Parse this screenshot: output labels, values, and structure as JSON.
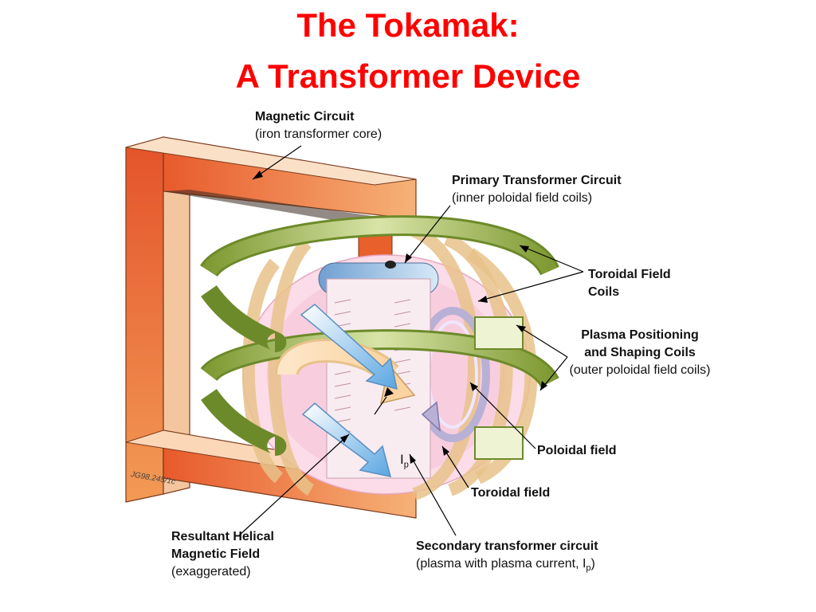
{
  "title": {
    "line1": "The Tokamak:",
    "line2": "A Transformer Device"
  },
  "labels": {
    "magnetic_circuit": {
      "name": "Magnetic Circuit",
      "desc": "(iron transformer core)"
    },
    "primary_circuit": {
      "name": "Primary Transformer Circuit",
      "desc": "(inner poloidal field coils)"
    },
    "toroidal_coils": {
      "line1": "Toroidal Field",
      "line2": "Coils"
    },
    "plasma_positioning": {
      "line1": "Plasma Positioning",
      "line2": "and Shaping Coils",
      "desc": "(outer poloidal field coils)"
    },
    "poloidal_field": "Poloidal field",
    "toroidal_field": "Toroidal field",
    "helical_field": {
      "line1": "Resultant Helical",
      "line2": "Magnetic Field",
      "desc": "(exaggerated)"
    },
    "secondary_circuit": {
      "name": "Secondary transformer circuit",
      "desc_start": "(plasma with plasma current, I",
      "desc_sub": "p",
      "desc_end": ")"
    },
    "plasma_current": {
      "symbol": "I",
      "sub": "p"
    },
    "figure_ref": "JG98.245/1c"
  },
  "colors": {
    "title": "#ff0000",
    "iron_core": "#e8602c",
    "toroidal_coil": "#8aa53c",
    "inner_coil": "#f5d9a8",
    "plasma": "#f7c4d9",
    "central_solenoid": "#9cc4e4",
    "arrow_blue": "#7cb6e6"
  }
}
